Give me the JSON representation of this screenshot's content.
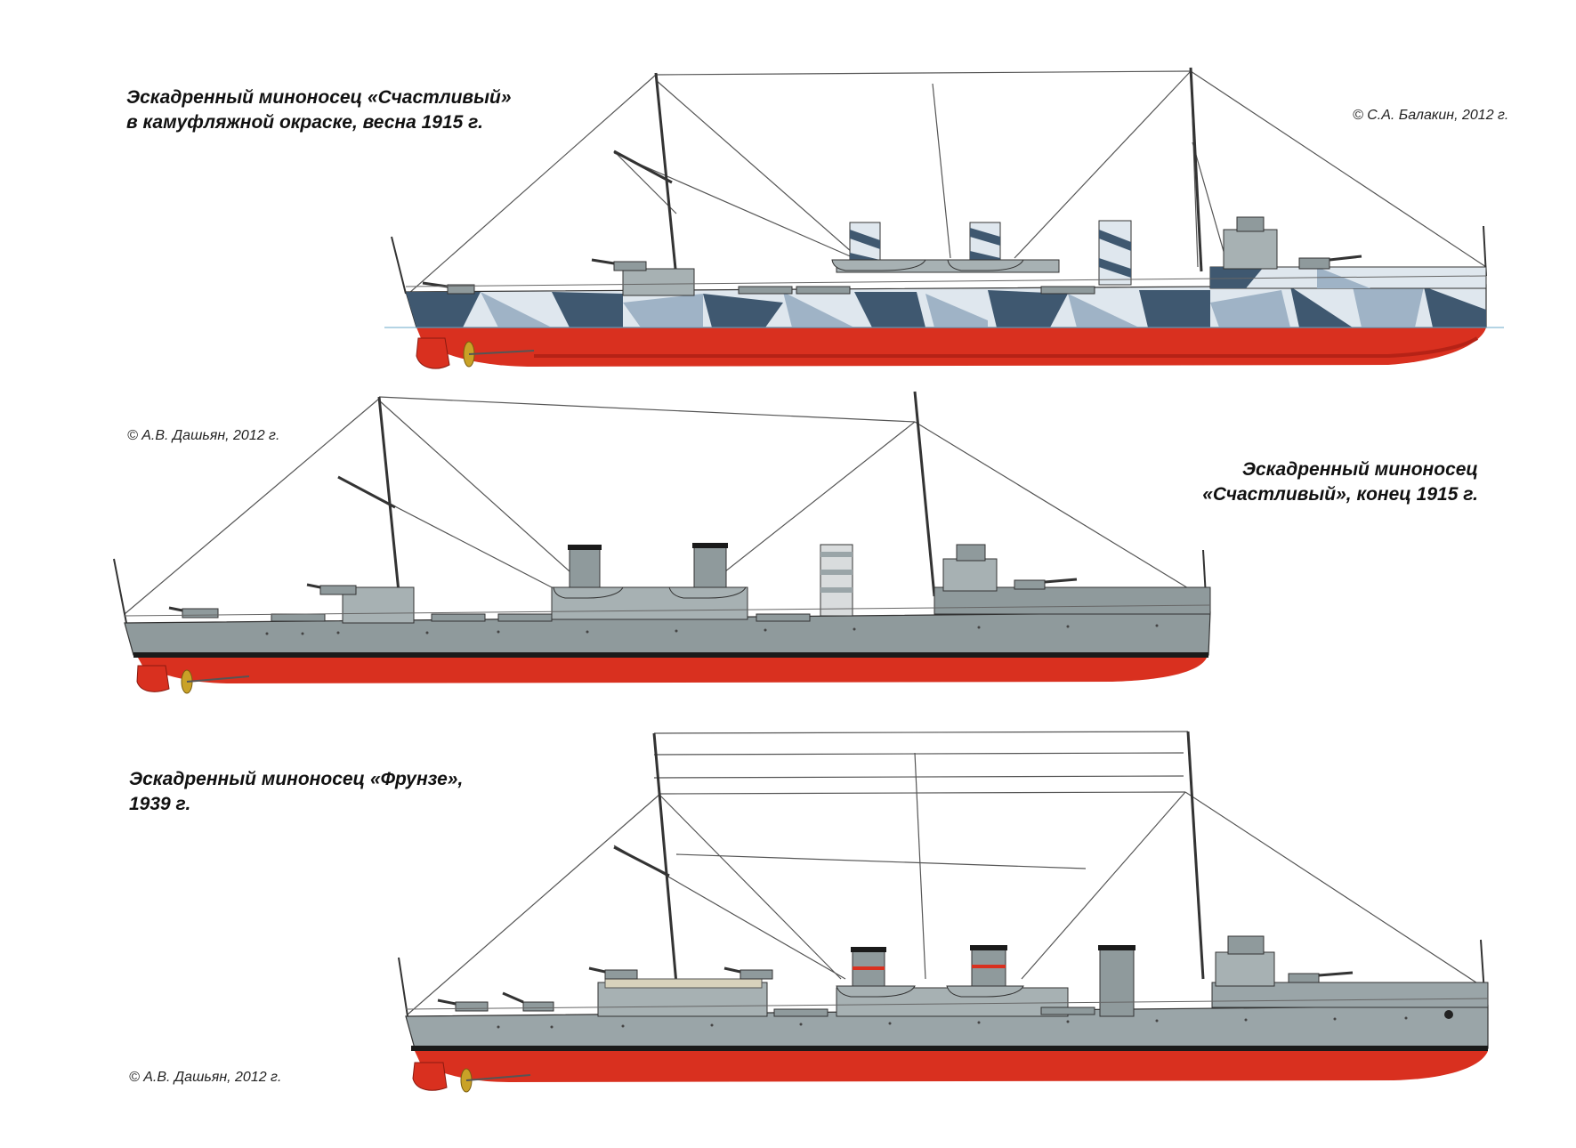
{
  "ships": [
    {
      "caption": [
        "Эскадренный миноносец «Счастливый»",
        "в камуфляжной окраске, весна 1915 г."
      ],
      "credit": "© С.А. Балакин, 2012 г.",
      "scheme": "dazzle"
    },
    {
      "caption": [
        "Эскадренный миноносец",
        "«Счастливый», конец 1915 г."
      ],
      "credit": "© А.В. Дашьян, 2012 г.",
      "scheme": "grey"
    },
    {
      "caption": [
        "Эскадренный миноносец «Фрунзе»,",
        "1939 г."
      ],
      "credit": "© А.В. Дашьян, 2012 г.",
      "scheme": "grey-light"
    }
  ],
  "colors": {
    "hull_red": "#d9301f",
    "hull_red_dark": "#b52216",
    "boot_black": "#1a1a1a",
    "hull_grey": "#8f9a9c",
    "hull_grey_light": "#9aa5a8",
    "super_grey": "#a7b1b3",
    "dazzle_dark": "#3f5870",
    "dazzle_light": "#dfe7ee",
    "dazzle_mid": "#9fb3c6",
    "rigging": "#555555",
    "propeller": "#c9a227"
  }
}
